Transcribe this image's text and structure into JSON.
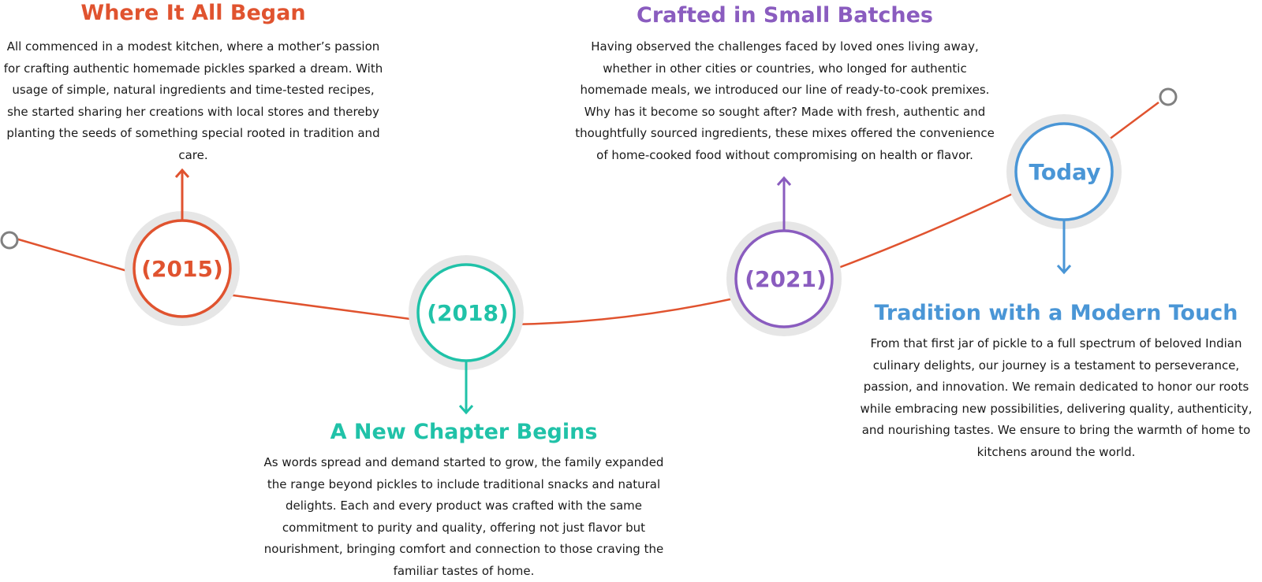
{
  "colors": {
    "line": "#e0532f",
    "start": "#e0532f",
    "chapter": "#20c2a8",
    "batches": "#8a5cbf",
    "today": "#4a96d6",
    "halo": "#e6e6e6",
    "endpoint": "#808080"
  },
  "milestones": {
    "began": {
      "node": "(2015)",
      "title": "Where It All Began",
      "body": "All commenced in a modest kitchen, where a mother’s passion for crafting authentic homemade pickles sparked a dream. With usage of simple, natural ingredients and time-tested recipes, she started sharing her creations with local stores and thereby planting the seeds of something special rooted in tradition and care."
    },
    "chapter": {
      "node": "(2018)",
      "title": "A New Chapter Begins",
      "body": "As words spread and demand started to grow, the family expanded the range beyond pickles to include traditional snacks and natural delights. Each and every product was crafted with the same commitment to purity and quality, offering not just flavor but nourishment, bringing comfort and connection to those craving the familiar tastes of home."
    },
    "batches": {
      "node": "(2021)",
      "title": "Crafted in Small Batches",
      "body": "Having observed the challenges faced by loved ones living away, whether in other cities or countries, who longed for authentic homemade meals, we introduced our line of ready-to-cook premixes. Why has it become so sought after? Made with fresh, authentic and thoughtfully sourced ingredients, these mixes offered the convenience of home-cooked food without compromising on health or flavor."
    },
    "today": {
      "node": "Today",
      "title": "Tradition with a Modern Touch",
      "body": "From that first jar of pickle to a full spectrum of beloved Indian culinary delights, our journey is a testament to perseverance, passion, and innovation. We remain dedicated to honor our roots while embracing new possibilities, delivering quality, authenticity, and nourishing tastes. We ensure to bring the warmth of home to kitchens around the world."
    }
  }
}
